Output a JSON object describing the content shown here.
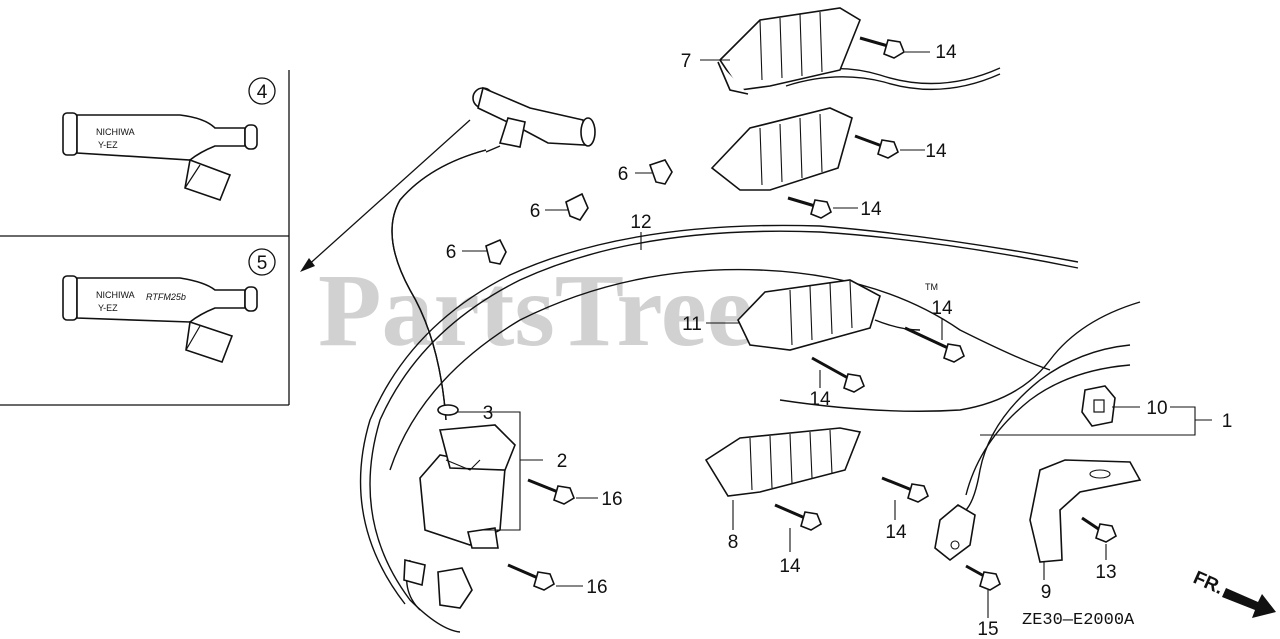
{
  "watermark": "PartsTree",
  "trademark": "TM",
  "diagram_code": "ZE30—E2000A",
  "direction_label": "FR.",
  "inset": {
    "callout_a": "4",
    "callout_b": "5",
    "brand": "NICHIWA",
    "model_a": "Y-EZ",
    "model_b": "Y-EZ",
    "extra_code": "RTFM25b"
  },
  "callouts": {
    "c1": "1",
    "c2": "2",
    "c3": "3",
    "c6a": "6",
    "c6b": "6",
    "c6c": "6",
    "c7": "7",
    "c8": "8",
    "c9": "9",
    "c10": "10",
    "c11": "11",
    "c12": "12",
    "c13": "13",
    "c14a": "14",
    "c14b": "14",
    "c14c": "14",
    "c14d": "14",
    "c14e": "14",
    "c14f": "14",
    "c14g": "14",
    "c15": "15",
    "c16a": "16",
    "c16b": "16"
  }
}
